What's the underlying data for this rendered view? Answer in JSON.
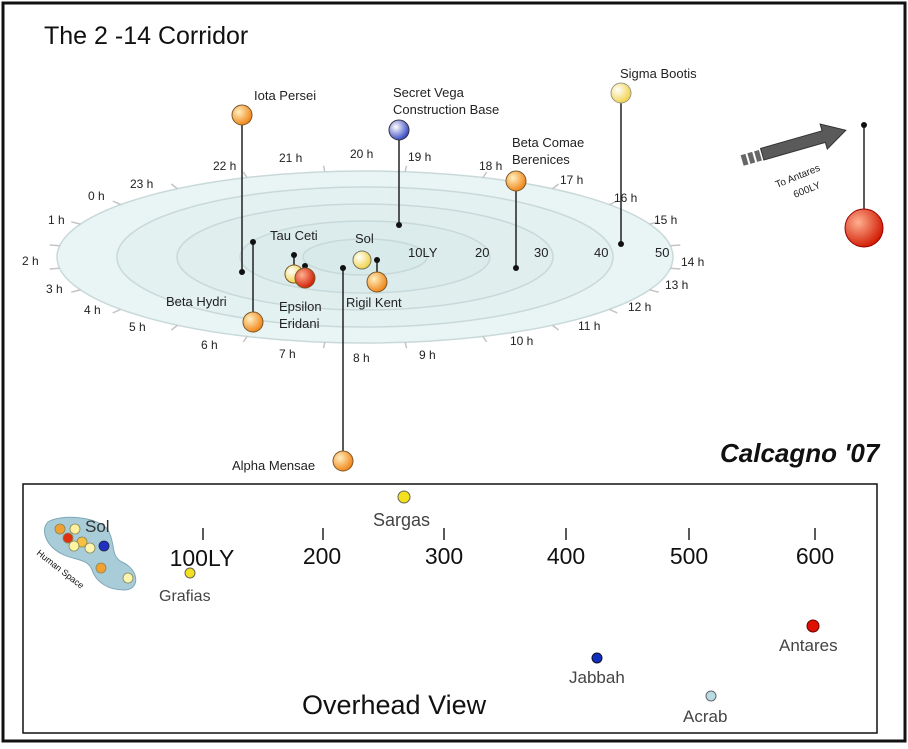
{
  "title": "The 2 -14 Corridor",
  "signature": "Calcagno '07",
  "colors": {
    "ring_fill": "#e8f4f4",
    "ring_stroke": "#c8d8d8",
    "tick": "#c4c4c4",
    "text": "#222222",
    "overhead_text": "#333333",
    "arrow": "#5a5a5a"
  },
  "hour_labels": [
    "0 h",
    "1 h",
    "2 h",
    "3 h",
    "4 h",
    "5 h",
    "6 h",
    "7 h",
    "8 h",
    "9 h",
    "10 h",
    "11 h",
    "12 h",
    "13 h",
    "14 h",
    "15 h",
    "16 h",
    "17 h",
    "18 h",
    "19 h",
    "20 h",
    "21 h",
    "22 h",
    "23 h"
  ],
  "distance_labels": [
    "10LY",
    "20",
    "30",
    "40",
    "50"
  ],
  "stars": [
    {
      "id": "iota-persei",
      "name": "Iota Persei",
      "color": "#e04a10"
    },
    {
      "id": "secret-vega",
      "name": "Secret Vega",
      "name2": "Construction Base",
      "color": "#3f4fc8"
    },
    {
      "id": "sigma-bootis",
      "name": "Sigma Bootis",
      "color": "#fff4a0"
    },
    {
      "id": "beta-comae",
      "name": "Beta Comae",
      "name2": "Berenices",
      "color": "#f28a18"
    },
    {
      "id": "tau-ceti",
      "name": "Tau Ceti",
      "color": "#f5c030"
    },
    {
      "id": "epsilon-eridani",
      "name": "Epsilon",
      "name2": "Eridani",
      "color": "#e02b08"
    },
    {
      "id": "sol",
      "name": "Sol",
      "color": "#fff2a0"
    },
    {
      "id": "rigil-kent",
      "name": "Rigil Kent",
      "color": "#f5a640"
    },
    {
      "id": "beta-hydri",
      "name": "Beta Hydri",
      "color": "#f7a030"
    },
    {
      "id": "alpha-mensae",
      "name": "Alpha Mensae",
      "color": "#f8b030"
    },
    {
      "id": "antares",
      "name": "",
      "color": "#e01000"
    }
  ],
  "antares_arrow": {
    "label1": "To Antares",
    "label2": "600LY"
  },
  "overhead": {
    "title": "Overhead View",
    "human_space_label": "Human Space",
    "sol_label": "Sol",
    "scale_labels": [
      "100LY",
      "200",
      "300",
      "400",
      "500",
      "600"
    ],
    "objects": [
      {
        "name": "Grafias",
        "color": "#f5e020"
      },
      {
        "name": "Sargas",
        "color": "#f5e020"
      },
      {
        "name": "Jabbah",
        "color": "#1030c0"
      },
      {
        "name": "Acrab",
        "color": "#b8dce0"
      },
      {
        "name": "Antares",
        "color": "#e01000"
      }
    ]
  }
}
